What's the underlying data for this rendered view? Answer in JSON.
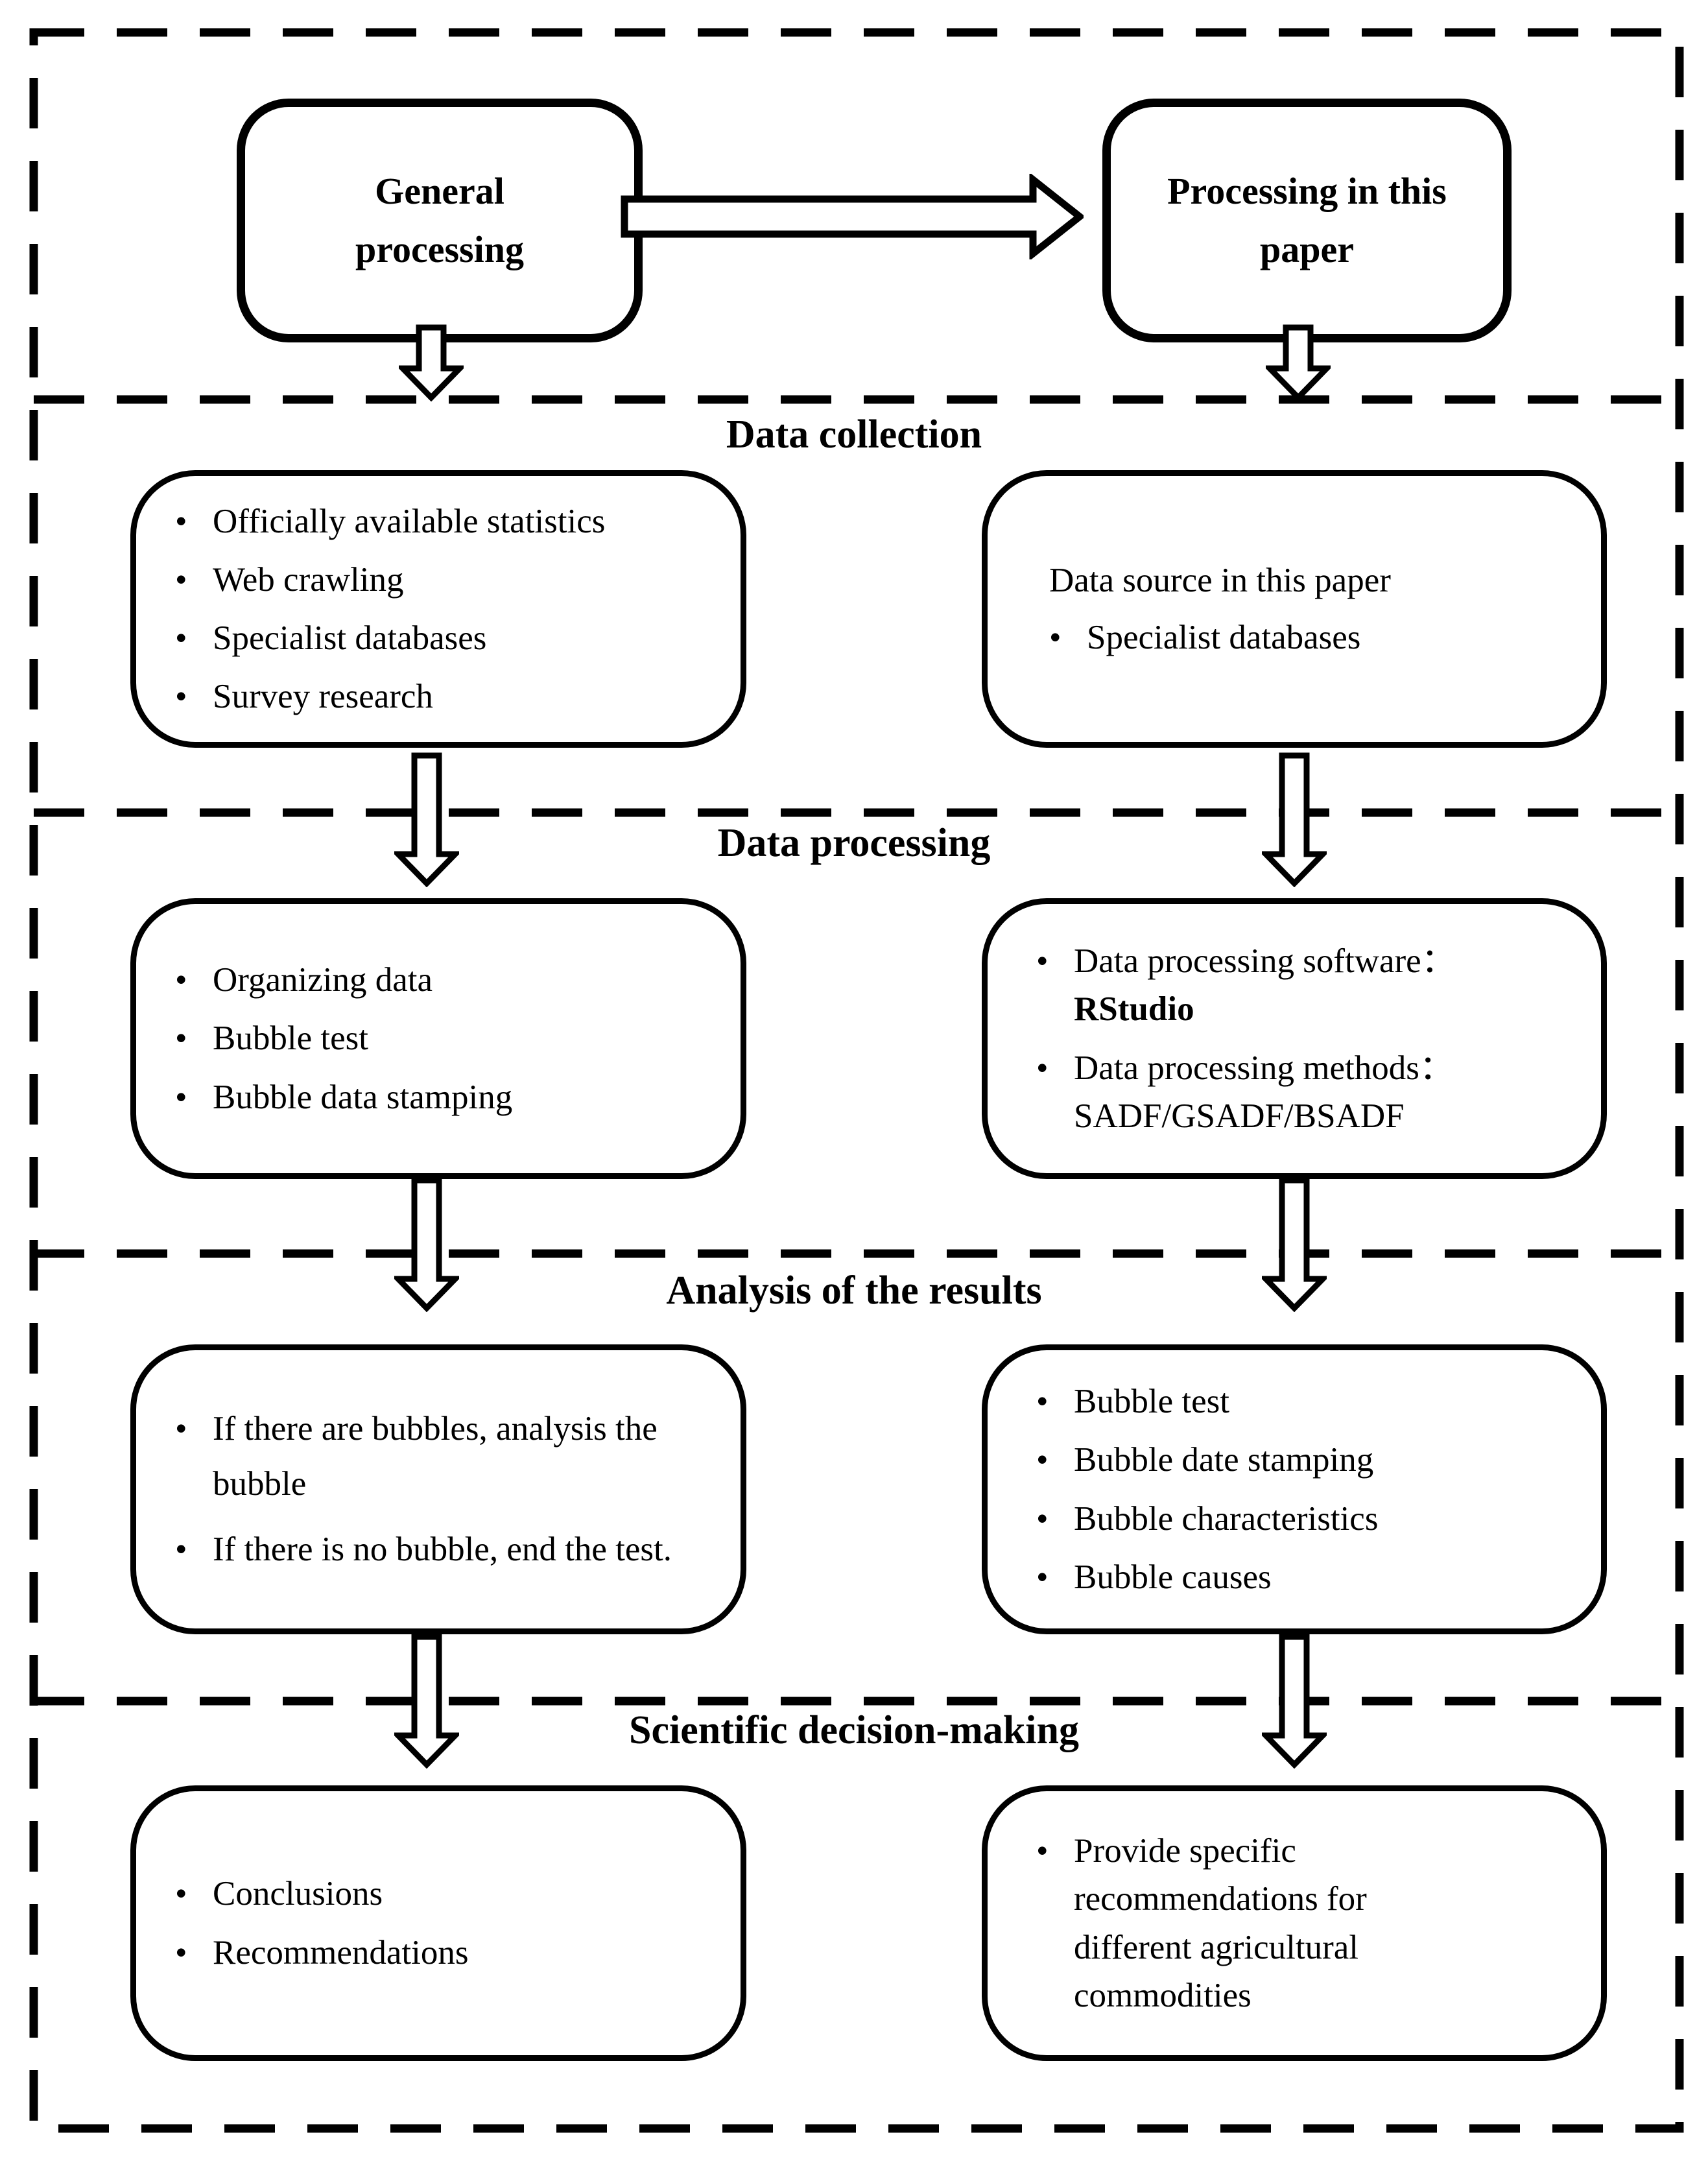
{
  "ink": "#000000",
  "paper": "#ffffff",
  "glyphs": {
    "bullet": "•"
  },
  "top": {
    "left": {
      "line1": "General",
      "line2": "processing"
    },
    "right": {
      "line1": "Processing in this",
      "line2": "paper"
    }
  },
  "sections": [
    {
      "title": "Data collection",
      "left": {
        "bullets": [
          "Officially available statistics",
          "Web crawling",
          "Specialist databases",
          "Survey research"
        ]
      },
      "right": {
        "intro": "Data source in this paper",
        "bullets": [
          "Specialist databases"
        ]
      }
    },
    {
      "title": "Data processing",
      "left": {
        "bullets": [
          "Organizing data",
          "Bubble  test",
          "Bubble data stamping"
        ]
      },
      "right": {
        "rich": [
          {
            "lead": "Data processing software：",
            "detail": "RStudio"
          },
          {
            "lead": "Data processing methods：",
            "detail": "SADF/GSADF/BSADF"
          }
        ]
      }
    },
    {
      "title": "Analysis of the results",
      "left": {
        "bullets": [
          "If there are bubbles, analysis the bubble",
          "If there is no bubble, end  the test."
        ]
      },
      "right": {
        "bullets": [
          "Bubble test",
          "Bubble date stamping",
          "Bubble characteristics",
          "Bubble causes"
        ]
      }
    },
    {
      "title": "Scientific decision-making",
      "left": {
        "bullets": [
          "Conclusions",
          "Recommendations"
        ]
      },
      "right": {
        "bullets": [
          "Provide specific recommendations for different agricultural commodities"
        ]
      }
    }
  ]
}
